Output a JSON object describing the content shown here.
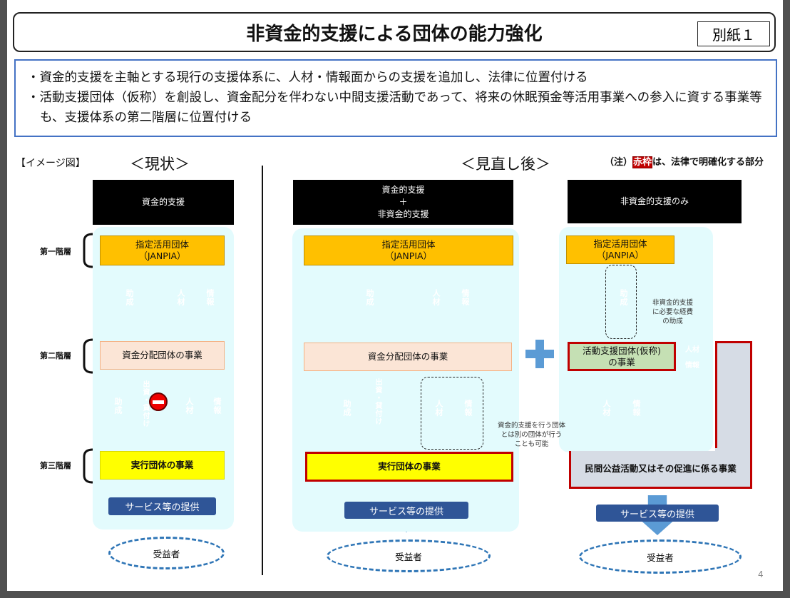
{
  "title": "非資金的支援による団体の能力強化",
  "attachment_label": "別紙１",
  "bullets": [
    "・資金的支援を主軸とする現行の支援体系に、人材・情報面からの支援を追加し、法律に位置付ける",
    "・活動支援団体（仮称）を創設し、資金配分を伴わない中間支援活動であって、将来の休眠預金等活用事業への参入に資する事業等も、支援体系の第二階層に位置付ける"
  ],
  "image_label": "【イメージ図】",
  "note": {
    "prefix": "（注）",
    "highlight": "赤枠",
    "suffix": "は、法律で明確化する部分"
  },
  "tiers": [
    "第一階層",
    "第二階層",
    "第三階層"
  ],
  "current": {
    "heading": "＜現状＞",
    "header": "資金的支援",
    "tier1": "指定活用団体\n（JANPIA）",
    "tier2": "資金分配団体の事業",
    "tier3": "実行団体の事業",
    "arrows": {
      "grant": "助成",
      "people": "人材",
      "info": "情報",
      "invest": "出資・貸付け"
    },
    "service": "サービス等の提供",
    "beneficiary": "受益者"
  },
  "revised": {
    "heading": "＜見直し後＞",
    "col1": {
      "header": "資金的支援\n＋\n非資金的支援",
      "tier1": "指定活用団体\n（JANPIA）",
      "tier2": "資金分配団体の事業",
      "tier3": "実行団体の事業",
      "arrows": {
        "grant": "助成",
        "people": "人材",
        "info": "情報",
        "invest": "出資・貸付け"
      },
      "annotation": "資金的支援を行う団体\nとは別の団体が行う\nことも可能",
      "service": "サービス等の提供",
      "beneficiary": "受益者"
    },
    "col2": {
      "header": "非資金的支援のみ",
      "tier1": "指定活用団体\n（JANPIA）",
      "grant": "助成",
      "annotation": "非資金的支援\nに必要な経費\nの助成",
      "tier2": "活動支援団体(仮称)\nの事業",
      "people": "人材",
      "info": "情報",
      "tier3": "民間公益活動又はその促進に係る事業",
      "service": "サービス等の提供",
      "beneficiary": "受益者"
    }
  },
  "page_number": "4",
  "colors": {
    "blue_arrow": "#5b9bd5",
    "green_arrow": "#a9d18e",
    "green_strong": "#00b050",
    "red_frame": "#c00000",
    "orange": "#ffc000",
    "yellow": "#ffff00",
    "service": "#2f5597"
  }
}
